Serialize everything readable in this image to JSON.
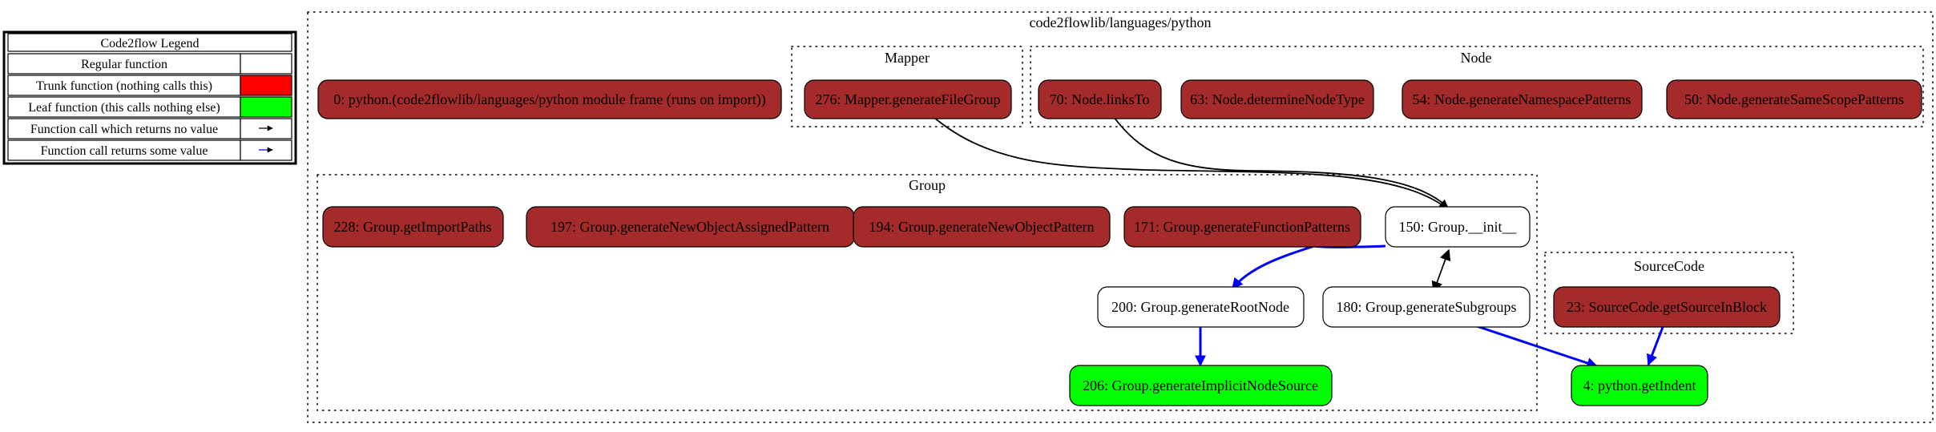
{
  "legend": {
    "title": "Code2flow Legend",
    "rows": [
      {
        "label": "Regular function",
        "swatch": "#ffffff"
      },
      {
        "label": "Trunk function (nothing calls this)",
        "swatch": "#ff0000"
      },
      {
        "label": "Leaf function (this calls nothing else)",
        "swatch": "#00ff00"
      },
      {
        "label": "Function call which returns no value",
        "arrow": "#000000"
      },
      {
        "label": "Function call returns some value",
        "arrow": "#0000ff"
      }
    ]
  },
  "clusters": {
    "outer": {
      "label": "code2flowlib/languages/python"
    },
    "mapper": {
      "label": "Mapper"
    },
    "node": {
      "label": "Node"
    },
    "group": {
      "label": "Group"
    },
    "sourcecode": {
      "label": "SourceCode"
    }
  },
  "nodes": {
    "n0": {
      "label": "0: python.(code2flowlib/languages/python module frame (runs on import))",
      "kind": "trunk"
    },
    "n276": {
      "label": "276: Mapper.generateFileGroup",
      "kind": "trunk"
    },
    "n70": {
      "label": "70: Node.linksTo",
      "kind": "trunk"
    },
    "n63": {
      "label": "63: Node.determineNodeType",
      "kind": "trunk"
    },
    "n54": {
      "label": "54: Node.generateNamespacePatterns",
      "kind": "trunk"
    },
    "n50": {
      "label": "50: Node.generateSameScopePatterns",
      "kind": "trunk"
    },
    "n228": {
      "label": "228: Group.getImportPaths",
      "kind": "trunk"
    },
    "n197": {
      "label": "197: Group.generateNewObjectAssignedPattern",
      "kind": "trunk"
    },
    "n194": {
      "label": "194: Group.generateNewObjectPattern",
      "kind": "trunk"
    },
    "n171": {
      "label": "171: Group.generateFunctionPatterns",
      "kind": "trunk"
    },
    "n150": {
      "label": "150: Group.__init__",
      "kind": "regular"
    },
    "n200": {
      "label": "200: Group.generateRootNode",
      "kind": "regular"
    },
    "n180": {
      "label": "180: Group.generateSubgroups",
      "kind": "regular"
    },
    "n206": {
      "label": "206: Group.generateImplicitNodeSource",
      "kind": "leaf"
    },
    "n23": {
      "label": "23: SourceCode.getSourceInBlock",
      "kind": "trunk"
    },
    "n4": {
      "label": "4: python.getIndent",
      "kind": "leaf"
    }
  },
  "edges": [
    {
      "from": "n276",
      "to": "n150",
      "returns": false
    },
    {
      "from": "n70",
      "to": "n150",
      "returns": false
    },
    {
      "from": "n150",
      "to": "n200",
      "returns": true
    },
    {
      "from": "n150",
      "to": "n180",
      "returns": false
    },
    {
      "from": "n180",
      "to": "n150",
      "returns": false
    },
    {
      "from": "n200",
      "to": "n206",
      "returns": true
    },
    {
      "from": "n180",
      "to": "n4",
      "returns": true
    },
    {
      "from": "n23",
      "to": "n4",
      "returns": true
    }
  ],
  "colors": {
    "trunk": "#a52a2a",
    "leaf": "#00ff00",
    "regular": "#ffffff",
    "call_no_value": "#000000",
    "call_returns_value": "#0000ff"
  }
}
